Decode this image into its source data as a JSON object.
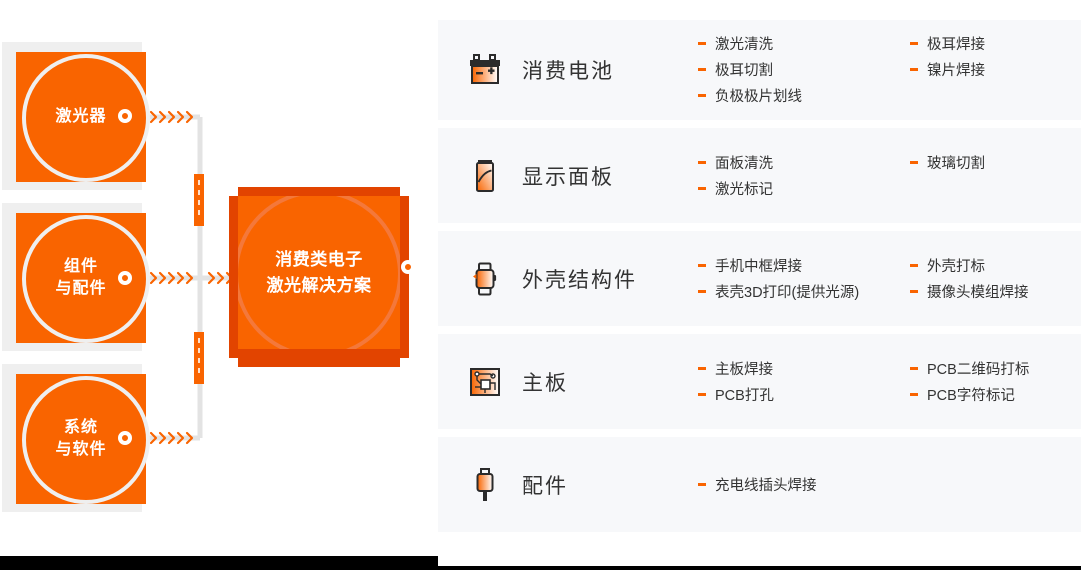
{
  "diagram": {
    "nodes": [
      {
        "label": "激光器",
        "name": "node-laser"
      },
      {
        "label": "组件\n与配件",
        "name": "node-components"
      },
      {
        "label": "系统\n与软件",
        "name": "node-systems"
      }
    ],
    "hub": {
      "label": "消费类电子\n激光解决方案",
      "name": "hub-node"
    }
  },
  "colors": {
    "orange": "#f96400",
    "orange_dark": "#e24400",
    "orange_ring": "#f4783a",
    "row_bg": "#f7f8fa",
    "node_card_bg": "#efefef",
    "text": "#333333",
    "connector": "#e3e3e3"
  },
  "panel": {
    "rows": [
      {
        "icon": "battery-icon",
        "title": "消费电池",
        "col1": [
          "激光清洗",
          "极耳切割",
          "负极极片划线"
        ],
        "col2": [
          "极耳焊接",
          "镍片焊接"
        ]
      },
      {
        "icon": "display-panel-icon",
        "title": "显示面板",
        "col1": [
          "面板清洗",
          "激光标记"
        ],
        "col2": [
          "玻璃切割"
        ]
      },
      {
        "icon": "smartwatch-icon",
        "title": "外壳结构件",
        "col1": [
          "手机中框焊接",
          "表壳3D打印(提供光源)"
        ],
        "col2": [
          "外壳打标",
          "摄像头模组焊接"
        ]
      },
      {
        "icon": "circuit-board-icon",
        "title": "主板",
        "col1": [
          "主板焊接",
          "PCB打孔"
        ],
        "col2": [
          "PCB二维码打标",
          "PCB字符标记"
        ]
      },
      {
        "icon": "usb-plug-icon",
        "title": "配件",
        "col1": [
          "充电线插头焊接"
        ],
        "col2": []
      }
    ]
  }
}
